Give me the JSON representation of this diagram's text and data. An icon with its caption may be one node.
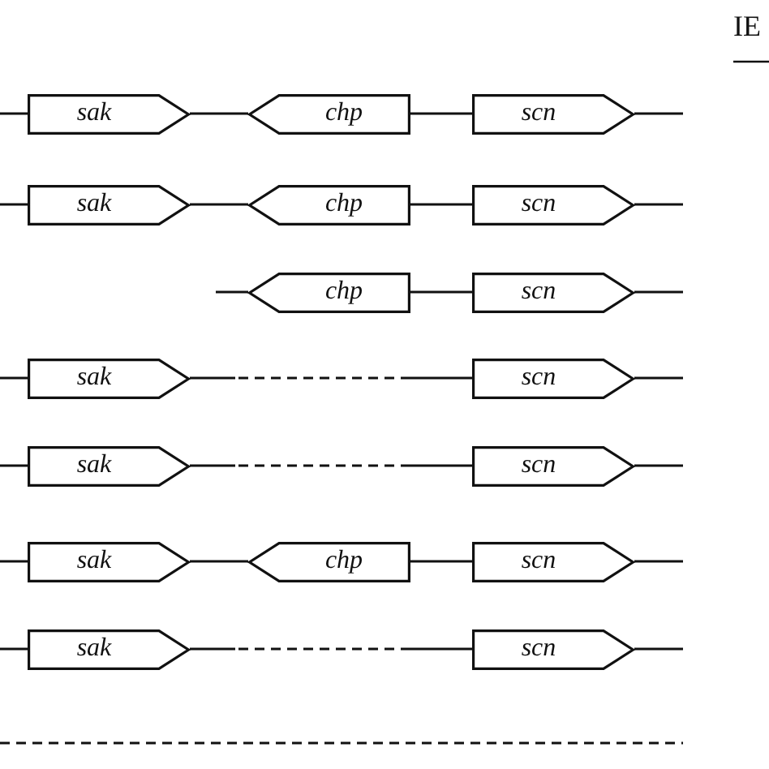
{
  "diagram": {
    "nodes": [
      {
        "text": [
          "sak"
        ]
      },
      {
        "text": [
          "chp"
        ]
      },
      {
        "text": [
          "scn"
        ]
      },
      {
        "text": [
          "sak"
        ]
      },
      {
        "text": [
          "chp"
        ]
      },
      {
        "text": [
          "scn"
        ]
      },
      {
        "text": [
          "chp"
        ]
      },
      {
        "text": [
          "scn"
        ]
      },
      {
        "text": [
          "sak"
        ]
      },
      {
        "text": [
          "scn"
        ]
      },
      {
        "text": [
          "sak"
        ]
      },
      {
        "text": [
          "scn"
        ]
      },
      {
        "text": [
          "sak"
        ]
      },
      {
        "text": [
          "chp"
        ]
      },
      {
        "text": [
          "scn"
        ]
      },
      {
        "text": [
          "sak"
        ]
      },
      {
        "text": [
          "scn"
        ]
      }
    ],
    "edges": [
      {
        "from": null,
        "to": 0,
        "arrow": "none"
      },
      {
        "from": 0,
        "to": 1,
        "arrow": "none"
      },
      {
        "from": 1,
        "to": 2,
        "arrow": "none"
      },
      {
        "from": 2,
        "to": null,
        "arrow": "none"
      },
      {
        "from": null,
        "to": 3,
        "arrow": "none"
      },
      {
        "from": 3,
        "to": 4,
        "arrow": "none"
      },
      {
        "from": 4,
        "to": 5,
        "arrow": "none"
      },
      {
        "from": 5,
        "to": null,
        "arrow": "none"
      },
      {
        "from": null,
        "to": 6,
        "arrow": "none"
      },
      {
        "from": 6,
        "to": 7,
        "arrow": "none"
      },
      {
        "from": 7,
        "to": null,
        "arrow": "none"
      },
      {
        "from": null,
        "to": 8,
        "arrow": "none"
      },
      {
        "from": 8,
        "to": 9,
        "arrow": "none",
        "style": "dashed"
      },
      {
        "from": 9,
        "to": null,
        "arrow": "none"
      },
      {
        "from": null,
        "to": 10,
        "arrow": "none"
      },
      {
        "from": 10,
        "to": 11,
        "arrow": "none",
        "style": "dashed"
      },
      {
        "from": 11,
        "to": null,
        "arrow": "none"
      },
      {
        "from": null,
        "to": 12,
        "arrow": "none"
      },
      {
        "from": 12,
        "to": 13,
        "arrow": "none"
      },
      {
        "from": 13,
        "to": 14,
        "arrow": "none"
      },
      {
        "from": 14,
        "to": null,
        "arrow": "none"
      },
      {
        "from": null,
        "to": 15,
        "arrow": "none"
      },
      {
        "from": 15,
        "to": 16,
        "arrow": "none",
        "style": "dashed"
      },
      {
        "from": 16,
        "to": null,
        "arrow": "none"
      }
    ],
    "labels": [
      "IE"
    ]
  }
}
